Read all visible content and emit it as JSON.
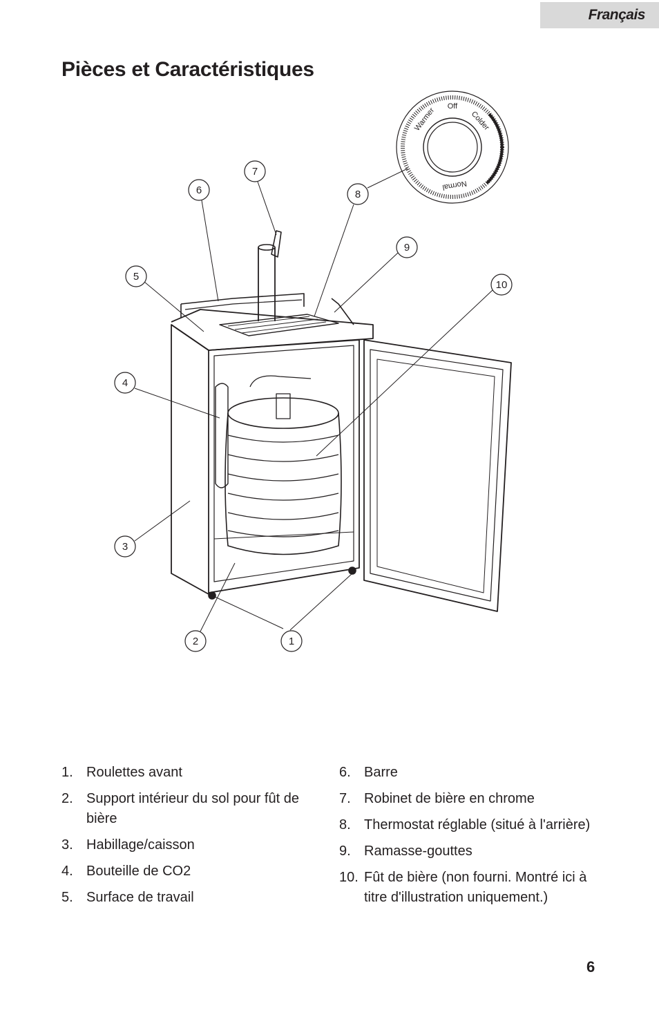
{
  "header": {
    "language": "Français"
  },
  "title": "Pièces et Caractéristiques",
  "figure": {
    "callouts": [
      "1",
      "2",
      "3",
      "4",
      "5",
      "6",
      "7",
      "8",
      "9",
      "10"
    ],
    "dial": {
      "off": "Off",
      "warmer": "Warmer",
      "colder": "Colder",
      "normal": "Normal"
    }
  },
  "parts_left": [
    {
      "num": "1.",
      "label": "Roulettes avant"
    },
    {
      "num": "2.",
      "label": "Support intérieur du sol pour fût de bière"
    },
    {
      "num": "3.",
      "label": "Habillage/caisson"
    },
    {
      "num": "4.",
      "label": "Bouteille de CO2"
    },
    {
      "num": "5.",
      "label": "Surface de travail"
    }
  ],
  "parts_right": [
    {
      "num": "6.",
      "label": "Barre"
    },
    {
      "num": "7.",
      "label": "Robinet de bière en chrome"
    },
    {
      "num": "8.",
      "label": "Thermostat réglable (situé à l'arrière)"
    },
    {
      "num": "9.",
      "label": "Ramasse-gouttes"
    },
    {
      "num": "10.",
      "label": "Fût de bière (non fourni. Montré ici à titre d'illustration uniquement.)"
    }
  ],
  "page_number": "6"
}
